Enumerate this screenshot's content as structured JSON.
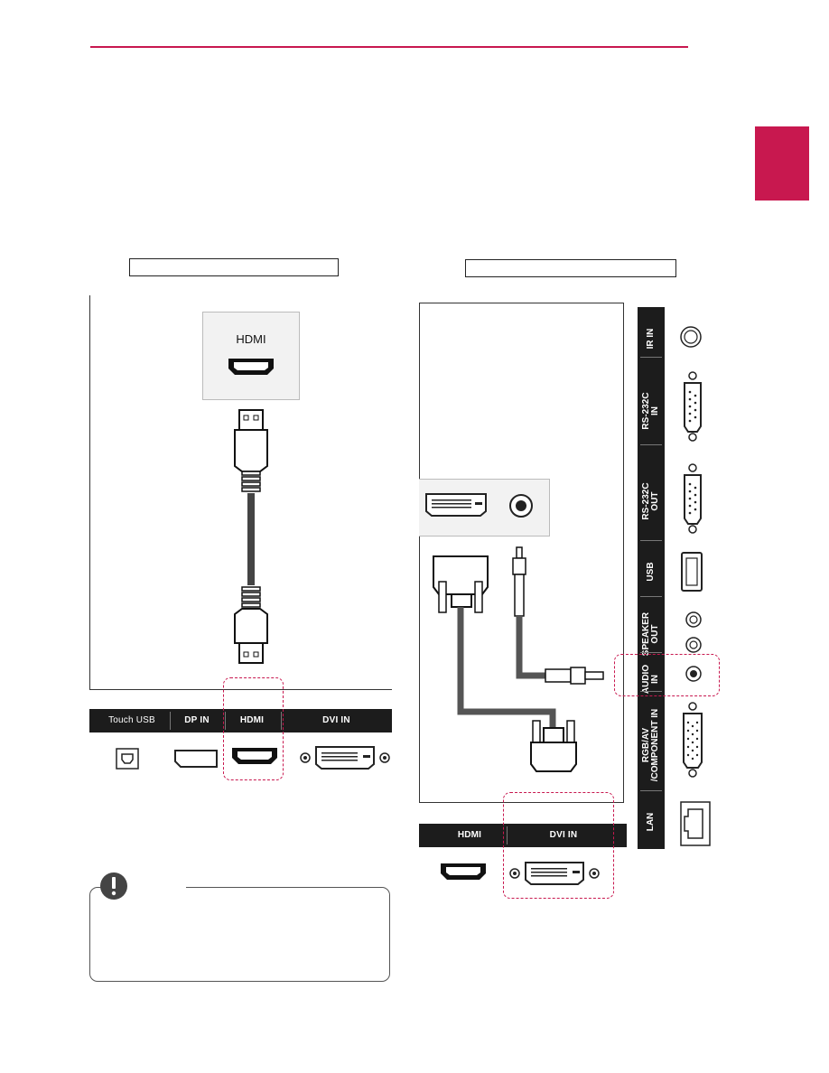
{
  "header": {
    "accent_color": "#c8184f"
  },
  "left_panel": {
    "hdmi_port_label": "HDMI",
    "port_bar": {
      "touch_usb": "Touch USB",
      "dp_in": "DP IN",
      "hdmi": "HDMI",
      "dvi_in": "DVI IN"
    }
  },
  "right_panel": {
    "port_bar": {
      "hdmi": "HDMI",
      "dvi_in": "DVI IN"
    },
    "side_ports": [
      "IR IN",
      "RS-232C\nIN",
      "RS-232C\nOUT",
      "USB",
      "SPEAKER\nOUT",
      "AUDIO\nIN",
      "RGB/AV\n/COMPONENT IN",
      "LAN"
    ]
  },
  "note": {
    "icon": "exclamation-icon"
  }
}
